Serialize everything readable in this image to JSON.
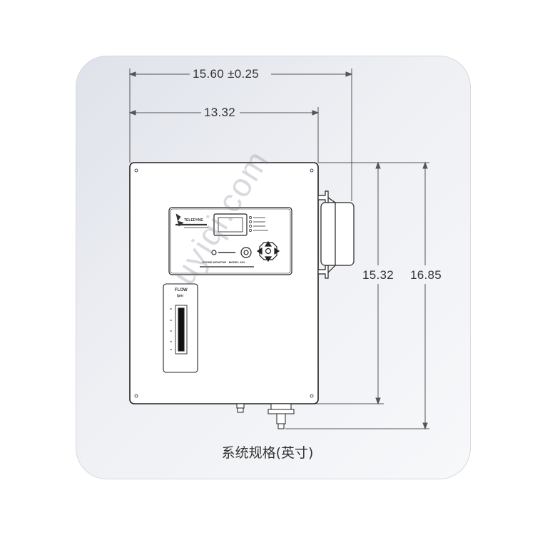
{
  "dimensions": {
    "overall_width": "15.60 ±0.25",
    "body_width": "13.32",
    "body_height": "15.32",
    "overall_height": "16.85"
  },
  "caption": "系统规格(英寸)",
  "watermark": "uyiqi.com",
  "device": {
    "brand_label": "TELEDYNE",
    "panel_label": "OZONE MONITOR · MODEL 454",
    "flow_label": "FLOW",
    "flow_unit": "lpm"
  }
}
